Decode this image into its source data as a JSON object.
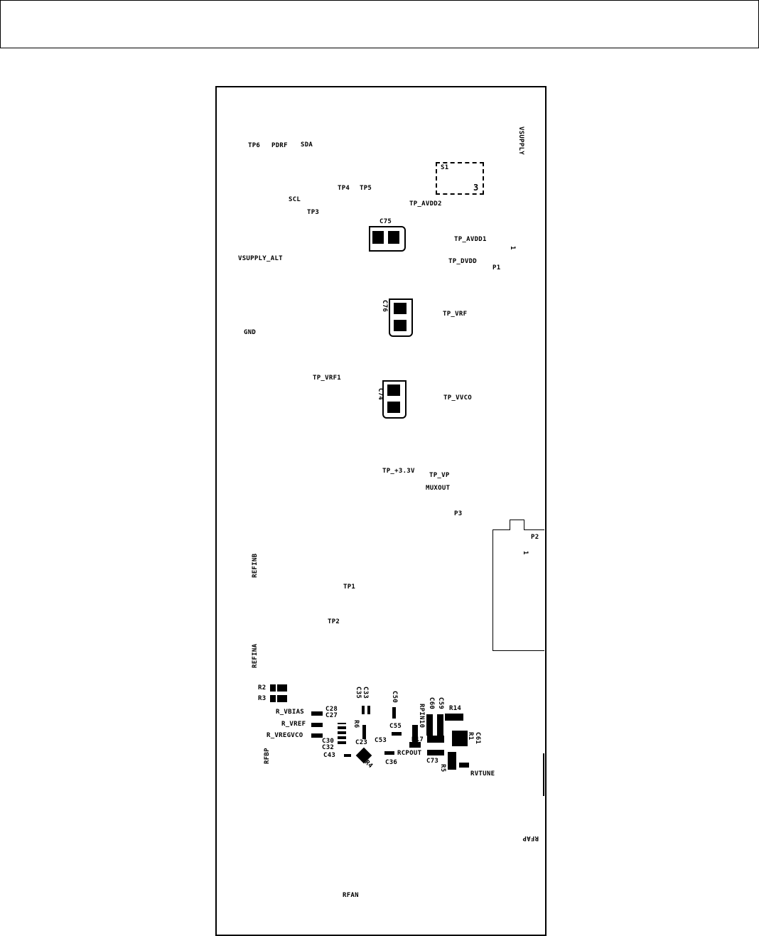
{
  "labels": {
    "tp6": "TP6",
    "pdrf": "PDRF",
    "sda": "SDA",
    "vsupply": "VSUPPLY",
    "s1": "S1",
    "s1_pin": "3",
    "tp4": "TP4",
    "tp5": "TP5",
    "scl": "SCL",
    "tp3": "TP3",
    "tp_avdd2": "TP_AVDD2",
    "c75": "C75",
    "tp_avdd1": "TP_AVDD1",
    "vsupply_alt": "VSUPPLY_ALT",
    "tp_dvdd": "TP_DVDD",
    "p1": "P1",
    "p1_pin": "1",
    "c76": "C76",
    "tp_vrf": "TP_VRF",
    "gnd": "GND",
    "tp_vrf1": "TP_VRF1",
    "c74": "C74",
    "tp_vvco": "TP_VVCO",
    "tp_3v3": "TP_+3.3V",
    "tp_vp": "TP_VP",
    "muxout": "MUXOUT",
    "p3": "P3",
    "p2": "P2",
    "p2_pin": "1",
    "refinb": "REFINB",
    "tp1": "TP1",
    "tp2": "TP2",
    "refina": "REFINA",
    "r2": "R2",
    "r3": "R3",
    "r_vbias": "R_VBIAS",
    "c28": "C28",
    "c27": "C27",
    "r_vref": "R_VREF",
    "r_vregvco": "R_VREGVCO",
    "c33": "C33",
    "c35": "C35",
    "c50": "C50",
    "r6": "R6",
    "c55": "C55",
    "c53": "C53",
    "c30": "C30",
    "c32": "C32",
    "c23": "C23",
    "c43": "C43",
    "r4": "R4",
    "c36": "C36",
    "rcpout": "RCPOUT",
    "rfbp": "RFBP",
    "c60": "C60",
    "rpin10": "RPIN10",
    "c59": "C59",
    "r14": "R14",
    "r17": "R17",
    "c61": "C61",
    "r1": "R1",
    "c73": "C73",
    "r5": "R5",
    "rvtune": "RVTUNE",
    "rfap": "RFAP",
    "rfan": "RFAN"
  }
}
